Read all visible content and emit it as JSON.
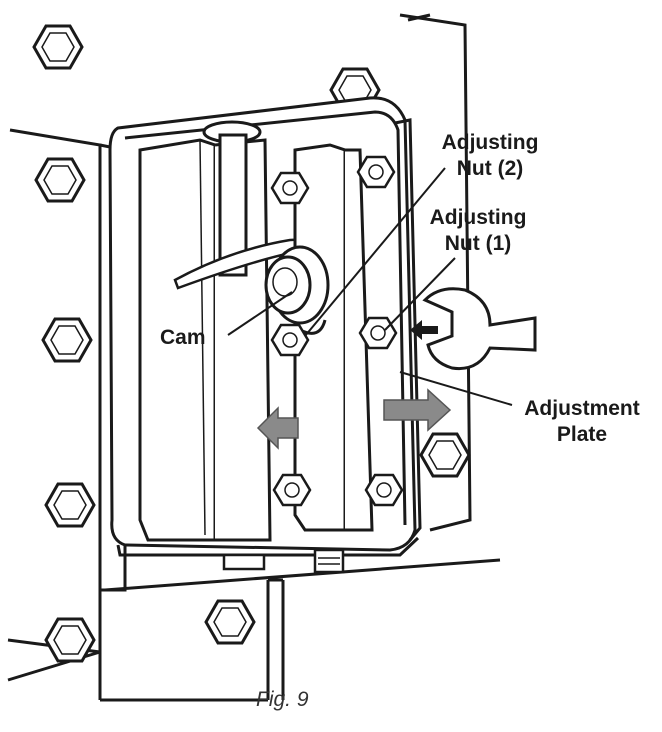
{
  "labels": {
    "adjusting_nut_2": [
      "Adjusting",
      "Nut (2)"
    ],
    "adjusting_nut_1": [
      "Adjusting",
      "Nut (1)"
    ],
    "cam": "Cam",
    "adjustment_plate": [
      "Adjustment",
      "Plate"
    ]
  },
  "caption": "Fig. 9",
  "colors": {
    "ink": "#1a1a1a",
    "arrow_fill": "#8a8a8a",
    "background": "#ffffff"
  }
}
